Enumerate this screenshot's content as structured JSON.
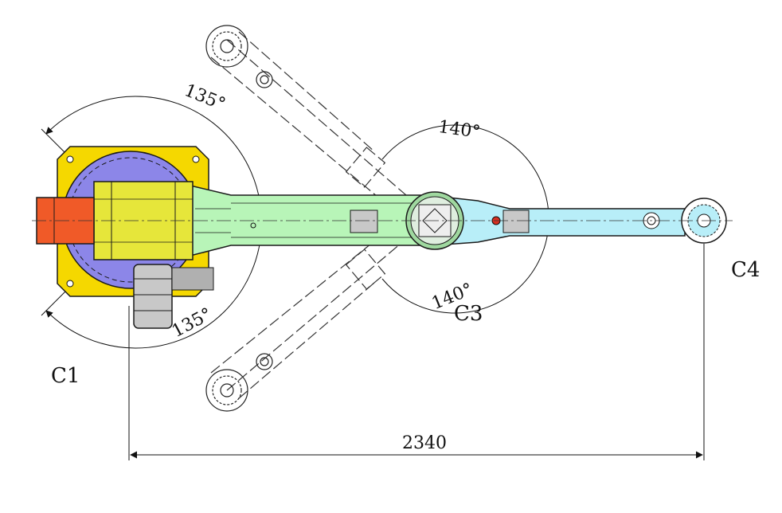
{
  "labels": {
    "joint_c1": "C1",
    "joint_c3": "C3",
    "joint_c4": "C4"
  },
  "angles": {
    "c1_upper": "135°",
    "c1_lower": "135°",
    "c3_upper": "140°",
    "c3_lower": "140°"
  },
  "dimension": {
    "overall_length": "2340"
  },
  "colors": {
    "base_plate": "#f5d800",
    "turntable": "#8c86e8",
    "shoulder_block": "#e6e63a",
    "motor": "#f05a28",
    "arm_inner": "#b8f5b8",
    "arm_outer": "#b8eef8",
    "outline": "#1a1a1a",
    "dashed_ghost": "#333333"
  }
}
